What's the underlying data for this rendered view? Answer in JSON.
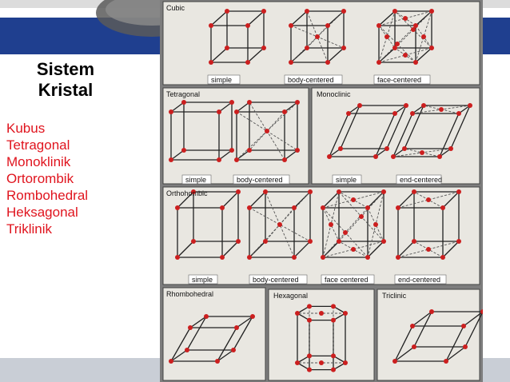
{
  "slide": {
    "title_line1": "Sistem",
    "title_line2": "Kristal",
    "systems": [
      "Kubus",
      "Tetragonal",
      "Monoklinik",
      "Ortorombik",
      "Rombohedral",
      "Heksagonal",
      "Triklinik"
    ]
  },
  "figure": {
    "panels": {
      "cubic": "Cubic",
      "tetragonal": "Tetragonal",
      "monoclinic": "Monoclinic",
      "orthorhombic": "Orthohombic",
      "rhombohedral": "Rhombohedral",
      "hexagonal": "Hexagonal",
      "triclinic": "Triclinic"
    },
    "labels": {
      "cubic_simple": "simple",
      "cubic_body": "body-centered",
      "cubic_face": "face-centered",
      "tetra_simple": "simple",
      "tetra_body": "body-centered",
      "mono_simple": "simple",
      "mono_end": "end-centered",
      "ortho_simple": "simple",
      "ortho_body": "body-centered",
      "ortho_face": "face centered",
      "ortho_end": "end-centered"
    }
  },
  "colors": {
    "panel_bg": "#e9e7e1",
    "frame": "#8a8a8a",
    "atom": "#cc1f1f",
    "band": "#1f3f8f",
    "list_text": "#e0141e"
  }
}
